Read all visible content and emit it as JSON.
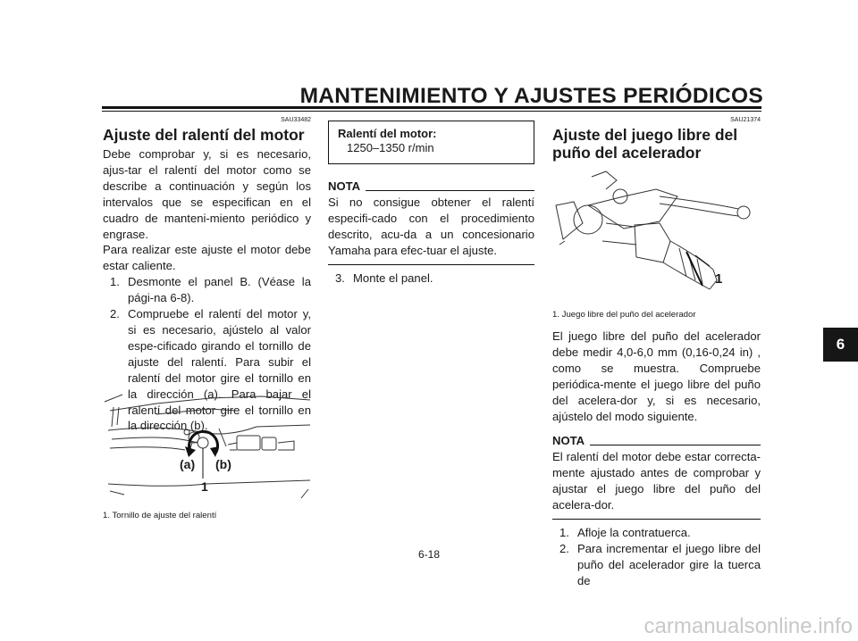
{
  "header": {
    "title": "MANTENIMIENTO Y AJUSTES PERIÓDICOS"
  },
  "left": {
    "code": "SAU33482",
    "heading": "Ajuste del ralentí del motor",
    "intro": "Debe comprobar y, si es necesario, ajus-tar el ralentí del motor como se describe a continuación y según los intervalos que se especifican en el cuadro de manteni-miento periódico y engrase.",
    "p2": "Para realizar este ajuste el motor debe estar caliente.",
    "steps": [
      {
        "num": "1.",
        "text": "Desmonte el panel B. (Véase la pági-na 6-8)."
      },
      {
        "num": "2.",
        "text": "Compruebe el ralentí del motor y, si es necesario, ajústelo al valor espe-cificado girando el tornillo de ajuste del ralentí. Para subir el ralentí del motor gire el tornillo en la dirección (a). Para bajar el ralentí del motor gire el tornillo en la dirección (b)."
      }
    ],
    "figure": {
      "label_a": "(a)",
      "label_b": "(b)",
      "label_1": "1"
    },
    "caption": "1. Tornillo de ajuste del ralentí"
  },
  "middle": {
    "box_title": "Ralentí del motor:",
    "box_value": "1250–1350 r/min",
    "nota_label": "NOTA",
    "nota_text": "Si no consigue obtener el ralentí especifi-cado con el procedimiento descrito, acu-da a un concesionario Yamaha para efec-tuar el ajuste.",
    "step3_num": "3.",
    "step3_text": "Monte el panel."
  },
  "right": {
    "code": "SAU21374",
    "heading": "Ajuste del juego libre del puño del acelerador",
    "figure": {
      "label_1": "1"
    },
    "caption": "1. Juego libre del puño del acelerador",
    "body": "El juego libre del puño del acelerador debe medir 4,0-6,0 mm (0,16-0,24 in) , como se muestra. Compruebe periódica-mente el juego libre del puño del acelera-dor y, si es necesario, ajústelo del modo siguiente.",
    "nota_label": "NOTA",
    "nota_text": "El ralentí del motor debe estar correcta-mente ajustado antes de comprobar y ajustar el juego libre del puño del acelera-dor.",
    "steps": [
      {
        "num": "1.",
        "text": "Afloje la contratuerca."
      },
      {
        "num": "2.",
        "text": "Para incrementar el juego libre del puño del acelerador gire la tuerca de"
      }
    ]
  },
  "side_tab": "6",
  "page_number": "6-18",
  "watermark": "carmanualsonline.info"
}
